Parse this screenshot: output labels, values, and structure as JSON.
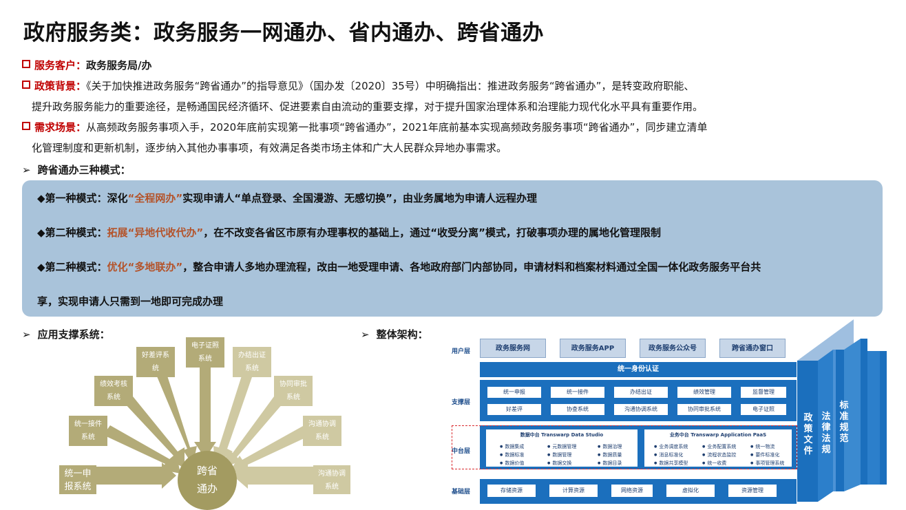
{
  "title": "政府服务类：政务服务一网通办、省内通办、跨省通办",
  "customer": {
    "label": "服务客户：",
    "value": "政务服务局/办"
  },
  "policy": {
    "label": "政策背景：",
    "line1": "《关于加快推进政务服务“跨省通办”的指导意见》（国办发〔2020〕35号）中明确指出：推进政务服务“跨省通办”，是转变政府职能、",
    "line2": "提升政务服务能力的重要途径，是畅通国民经济循环、促进要素自由流动的重要支撑，对于提升国家治理体系和治理能力现代化水平具有重要作用。"
  },
  "demand": {
    "label": "需求场景：",
    "line1": "从高频政务服务事项入手，2020年底前实现第一批事项“跨省通办”，2021年底前基本实现高频政务服务事项“跨省通办”，同步建立清单",
    "line2": "化管理制度和更新机制，逐步纳入其他办事事项，有效满足各类市场主体和广大人民群众异地办事需求。"
  },
  "modes_heading": "跨省通办三种模式：",
  "modes": [
    {
      "prefix": "◆第一种模式：深化",
      "highlight": "“全程网办”",
      "rest": "实现申请人“单点登录、全国漫游、无感切换”，由业务属地为申请人远程办理"
    },
    {
      "prefix": "◆第二种模式：",
      "highlight": "拓展“异地代收代办”",
      "rest": "，在不改变各省区市原有办理事权的基础上，通过“收受分离”模式，打破事项办理的属地化管理限制"
    },
    {
      "prefix": "◆第二种模式：",
      "highlight": "优化“多地联办”",
      "rest": "，整合申请人多地办理流程，改由一地受理申请、各地政府部门内部协同，申请材料和档案材料通过全国一体化政务服务平台共",
      "rest2": "享，实现申请人只需到一地即可完成办理"
    }
  ],
  "support_heading": "应用支撑系统：",
  "arch_heading": "整体架构：",
  "support": {
    "hub": [
      "跨省",
      "通办"
    ],
    "petals": [
      [
        "统一申",
        "报系统"
      ],
      [
        "统一接件",
        "系统"
      ],
      [
        "绩效考核",
        "系统"
      ],
      [
        "好差评系",
        "统"
      ],
      [
        "电子证照",
        "系统"
      ],
      [
        "办结出证",
        "系统"
      ],
      [
        "协同审批",
        "系统"
      ],
      [
        "沟通协调",
        "系统"
      ],
      [
        "沟通协调",
        "系统"
      ]
    ]
  },
  "arch": {
    "layers": [
      "用户层",
      "支撑层",
      "中台层",
      "基础层"
    ],
    "user_boxes": [
      "政务服务网",
      "政务服务APP",
      "政务服务公众号",
      "跨省通办窗口"
    ],
    "auth": "统一身份认证",
    "support_row1": [
      "统一申报",
      "统一接件",
      "办结出证",
      "绩效管理",
      "监督管理"
    ],
    "support_row2": [
      "好差评",
      "协查系统",
      "沟通协调系统",
      "协同审批系统",
      "电子证照"
    ],
    "data_center": {
      "title": "数据中台 Transwarp Data Studio",
      "items": [
        "数据集成",
        "元数据管理",
        "数据治理",
        "数据标准",
        "数据管理",
        "数据质量",
        "数据价值",
        "数据交换",
        "数据目录"
      ]
    },
    "biz_center": {
      "title": "业务中台 Transwarp Application PaaS",
      "items": [
        "业务调度系统",
        "业务配置系统",
        "统一物流",
        "消息标准化",
        "流程状态监控",
        "要件标准化",
        "数据共享模型",
        "统一收费",
        "事项管理系统"
      ]
    },
    "base_boxes": [
      "存储资源",
      "计算资源",
      "网络资源",
      "虚拟化",
      "资源管理"
    ],
    "side_columns": [
      "政策文件",
      "法律法规",
      "标准规范"
    ],
    "colors": {
      "primary": "#1b6fbd",
      "light": "#c7d6e8",
      "dashed": "#d9262a"
    }
  }
}
